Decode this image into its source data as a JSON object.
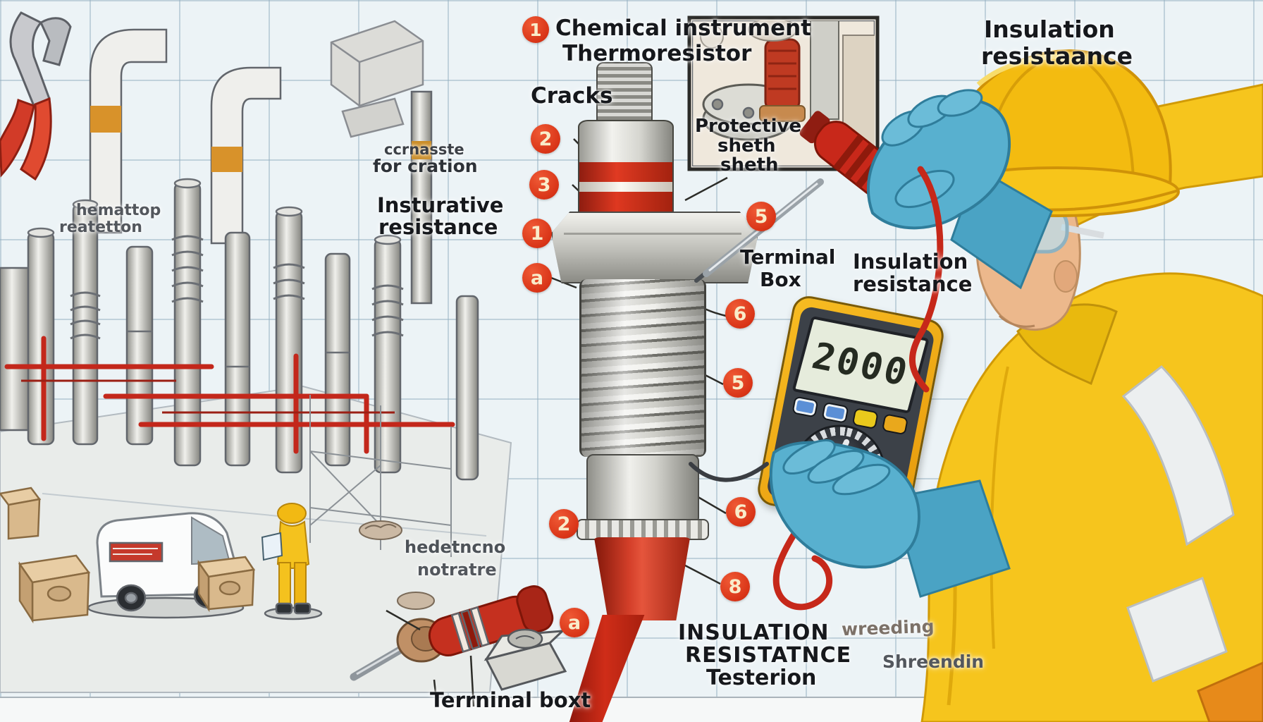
{
  "title": {
    "badge": "1",
    "line1": "Chemical instrument",
    "line2": "Thermoresistor"
  },
  "wall_label_top_right": {
    "line1": "Insulation",
    "line2": "resistaance"
  },
  "wall_label_mid_right": {
    "line1": "Insulation",
    "line2": "resistance"
  },
  "labels": {
    "cracks": "Cracks",
    "protective": {
      "line1": "Protective",
      "line2": "sheth",
      "line3": "sheth"
    },
    "terminal_box": {
      "line1": "Terminal",
      "line2": "Box"
    },
    "insturative": {
      "line1": "Insturative",
      "line2": "resistance"
    },
    "left_scribble": {
      "line1": "hemattop",
      "line2": "reatetton"
    },
    "crate_scribble": {
      "line1": "ccrnasste",
      "line2": "for cration"
    },
    "lower_left_scribble": {
      "line1": "hedetncno",
      "line2": "notratre"
    },
    "terminal_box_bottom": "Terrninal boxt",
    "tester_title": {
      "line1": "INSULATION",
      "line2": "RESISTATNCE",
      "line3": "Testerion"
    },
    "wreeding": "wreeding",
    "shreendin": "Shreendin"
  },
  "multimeter": {
    "display": "2000"
  },
  "callouts": [
    {
      "num": "2"
    },
    {
      "num": "3"
    },
    {
      "num": "1"
    },
    {
      "num": "a"
    },
    {
      "num": "5"
    },
    {
      "num": "6"
    },
    {
      "num": "5"
    },
    {
      "num": "6"
    },
    {
      "num": "2"
    },
    {
      "num": "8"
    },
    {
      "num": "a"
    }
  ],
  "colors": {
    "callout_red": "#d93417",
    "device_red": "#c6281a",
    "meter_yellow": "#f2a716",
    "glove_blue": "#55aecd",
    "suit_yellow": "#f6c51d",
    "hat_yellow": "#f3bb10",
    "lcd": "#e6ecdc"
  }
}
